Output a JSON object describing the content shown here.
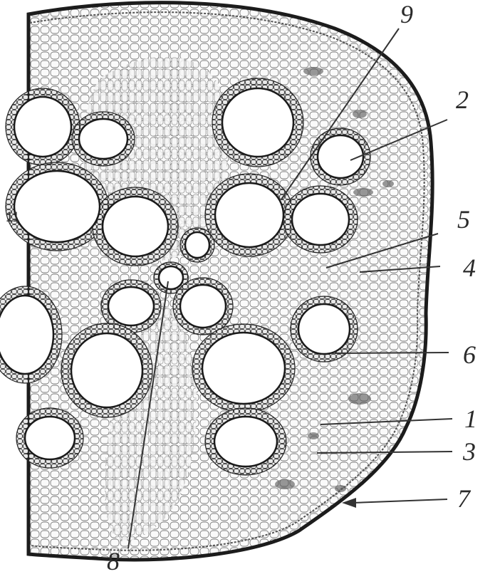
{
  "figure": {
    "labels": {
      "l1": "1",
      "l2": "2",
      "l3": "3",
      "l4": "4",
      "l5": "5",
      "l6": "6",
      "l7": "7",
      "l8": "8",
      "l9": "9",
      "l11": "11"
    },
    "colors": {
      "ink": "#2a2a2a",
      "tissue": "#f4f4f4",
      "cavity": "#ffffff"
    }
  }
}
